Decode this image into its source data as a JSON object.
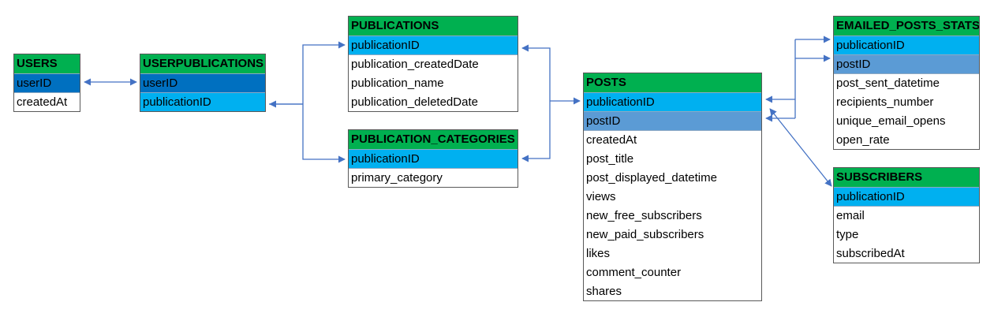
{
  "tables": {
    "users": {
      "title": "USERS",
      "fields": [
        "userID",
        "createdAt"
      ]
    },
    "userpublications": {
      "title": "USERPUBLICATIONS",
      "fields": [
        "userID",
        "publicationID"
      ]
    },
    "publications": {
      "title": "PUBLICATIONS",
      "fields": [
        "publicationID",
        "publication_createdDate",
        "publication_name",
        "publication_deletedDate"
      ]
    },
    "publication_categories": {
      "title": "PUBLICATION_CATEGORIES",
      "fields": [
        "publicationID",
        "primary_category"
      ]
    },
    "posts": {
      "title": "POSTS",
      "fields": [
        "publicationID",
        "postID",
        "createdAt",
        "post_title",
        "post_displayed_datetime",
        "views",
        "new_free_subscribers",
        "new_paid_subscribers",
        "likes",
        "comment_counter",
        "shares"
      ]
    },
    "emailed_posts_stats": {
      "title": "EMAILED_POSTS_STATS",
      "fields": [
        "publicationID",
        "postID",
        "post_sent_datetime",
        "recipients_number",
        "unique_email_opens",
        "open_rate"
      ]
    },
    "subscribers": {
      "title": "SUBSCRIBERS",
      "fields": [
        "publicationID",
        "email",
        "type",
        "subscribedAt"
      ]
    }
  },
  "colors": {
    "header": "#00b050",
    "key_light": "#00b0f0",
    "key_mid": "#5b9bd5",
    "key_dark": "#0070c0",
    "connector": "#4472c4"
  }
}
